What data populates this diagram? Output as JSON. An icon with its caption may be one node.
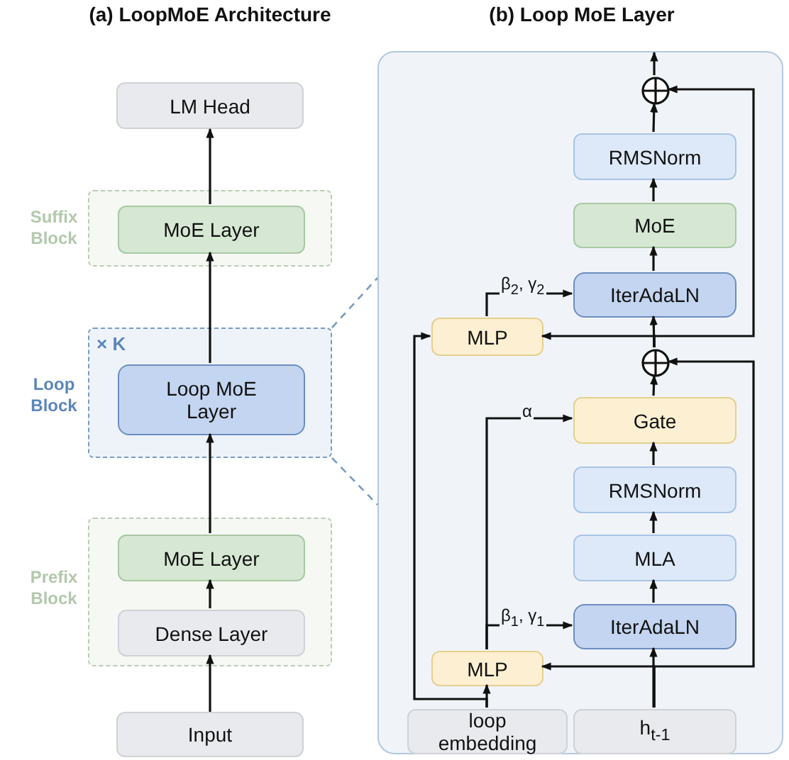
{
  "diagram": {
    "nodes": [
      {
        "text": [
          "LM Head"
        ]
      },
      {
        "text": [],
        "shape": "box",
        "beside": [
          "Suffix Block"
        ]
      },
      {
        "text": [
          "MoE Layer"
        ],
        "in": 1
      },
      {
        "text": [
          "× K"
        ],
        "beside": [
          "Loop Block"
        ]
      },
      {
        "text": [
          "Loop MoE Layer"
        ],
        "in": 3
      },
      {
        "text": [],
        "shape": "box",
        "beside": [
          "Prefix Block"
        ]
      },
      {
        "text": [
          "MoE Layer"
        ],
        "in": 5
      },
      {
        "text": [
          "Dense Layer"
        ],
        "in": 5
      },
      {
        "text": [
          "Input"
        ]
      },
      {
        "text": [],
        "shape": "box"
      },
      {
        "text": [],
        "shape": "circle",
        "in": 9
      },
      {
        "text": [
          "RMSNorm"
        ],
        "in": 9
      },
      {
        "text": [
          "MoE"
        ],
        "in": 9
      },
      {
        "text": [
          "IterAdaLN"
        ],
        "in": 9
      },
      {
        "text": [
          "MLP"
        ],
        "in": 9
      },
      {
        "text": [],
        "shape": "circle",
        "in": 9
      },
      {
        "text": [
          "Gate"
        ],
        "in": 9
      },
      {
        "text": [
          "RMSNorm"
        ],
        "in": 9
      },
      {
        "text": [
          "MLA"
        ],
        "in": 9
      },
      {
        "text": [
          "IterAdaLN"
        ],
        "in": 9
      },
      {
        "text": [
          "MLP"
        ],
        "in": 9
      },
      {
        "text": [
          "loop embedding"
        ],
        "in": 9
      },
      {
        "text": [
          "h$_{t-1}$"
        ],
        "in": 9
      }
    ],
    "edges": [
      {
        "from": 8,
        "to": 7,
        "arrow": "to"
      },
      {
        "from": 7,
        "to": 6,
        "arrow": "to"
      },
      {
        "from": 6,
        "to": 4,
        "arrow": "to"
      },
      {
        "from": 4,
        "to": 2,
        "arrow": "to"
      },
      {
        "from": 2,
        "to": 0,
        "arrow": "to"
      },
      {
        "from": 3,
        "to": 9,
        "arrow": "none",
        "style": "dashed",
        "color": "#7a9cc0"
      },
      {
        "from": 3,
        "to": 9,
        "arrow": "none",
        "style": "dashed",
        "color": "#7a9cc0"
      },
      {
        "from": 22,
        "to": 19,
        "arrow": "to"
      },
      {
        "from": 22,
        "to": 15,
        "arrow": "to"
      },
      {
        "from": 22,
        "to": 20,
        "arrow": "to"
      },
      {
        "from": 21,
        "to": 20,
        "arrow": "to"
      },
      {
        "from": 21,
        "to": 14,
        "arrow": "to"
      },
      {
        "from": 20,
        "to": 19,
        "arrow": "to",
        "label": "β$_{1}$, γ$_{1}$"
      },
      {
        "from": 20,
        "to": 16,
        "arrow": "to",
        "label": "α"
      },
      {
        "from": 19,
        "to": 18,
        "arrow": "to"
      },
      {
        "from": 18,
        "to": 17,
        "arrow": "to"
      },
      {
        "from": 17,
        "to": 16,
        "arrow": "to"
      },
      {
        "from": 16,
        "to": 15,
        "arrow": "to"
      },
      {
        "from": 15,
        "to": 13,
        "arrow": "to"
      },
      {
        "from": 15,
        "to": 14,
        "arrow": "to"
      },
      {
        "from": 15,
        "to": 10,
        "arrow": "to"
      },
      {
        "from": 14,
        "to": 13,
        "arrow": "to",
        "label": "β$_{2}$, γ$_{2}$"
      },
      {
        "from": 13,
        "to": 12,
        "arrow": "to"
      },
      {
        "from": 12,
        "to": 11,
        "arrow": "to"
      },
      {
        "from": 11,
        "to": 10,
        "arrow": "to"
      },
      {
        "from": 10,
        "to": null,
        "arrow": "to"
      }
    ],
    "labels": [
      "(a) LoopMoE Architecture",
      "(b) Loop MoE Layer"
    ]
  }
}
